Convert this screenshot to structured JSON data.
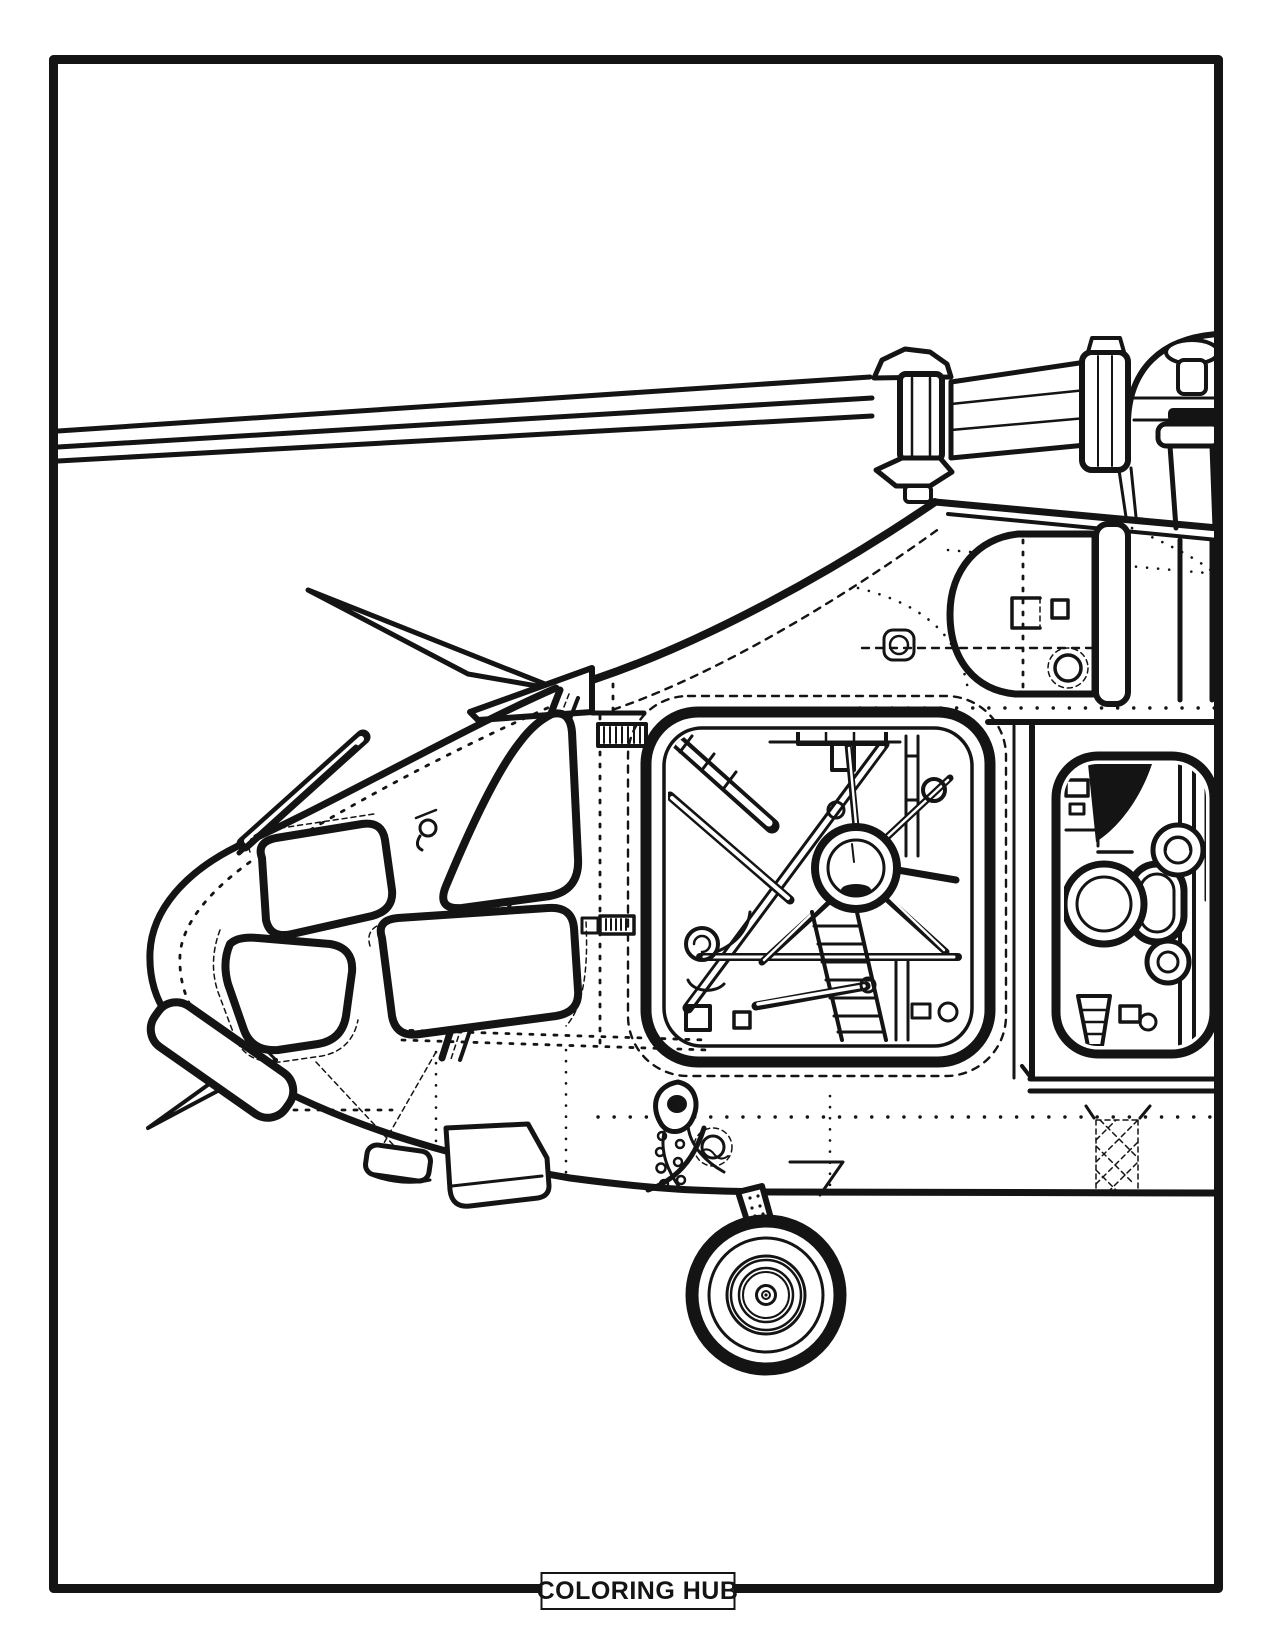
{
  "page": {
    "footer": {
      "brand_label": "COLORING HUB"
    },
    "artwork": {
      "subject": "helicopter side view technical line art",
      "style": "black-and-white outline coloring illustration",
      "ink_color": "#141414",
      "paper_color": "#ffffff",
      "parts": [
        "main-rotor-blade",
        "rotor-hub",
        "blade-grip-clamps",
        "rotor-mast",
        "engine-deck",
        "engine-cowling",
        "exhaust-strip",
        "roof-horn-antenna",
        "windshield-antenna-blade",
        "cockpit-windshield",
        "cabin-windows",
        "door-window",
        "windshield-wiper",
        "cabin-door-cutaway-machinery",
        "engine-bay-cutaway",
        "fuselage-rivet-lines",
        "hatched-access-panel",
        "belly-steps",
        "nose-pitot-probe",
        "gear-attachment-fitting",
        "front-landing-strut",
        "front-landing-wheel"
      ]
    }
  }
}
